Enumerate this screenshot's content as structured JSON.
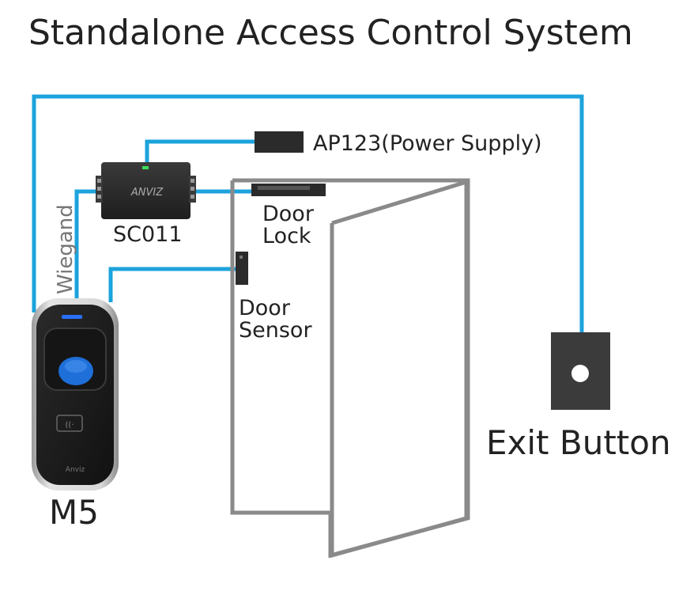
{
  "title": "Standalone Access Control System",
  "labels": {
    "power_supply": "AP123(Power Supply)",
    "controller": "SC011",
    "door_lock_line1": "Door",
    "door_lock_line2": "Lock",
    "door_sensor_line1": "Door",
    "door_sensor_line2": "Sensor",
    "wiegand": "Wiegand",
    "reader": "M5",
    "exit_button": "Exit Button",
    "controller_brand": "ANVIZ",
    "reader_brand": "Anviz"
  },
  "colors": {
    "wire": "#1ca3dc",
    "door_frame": "#8a8a8a",
    "device_dark": "#2b2b2b",
    "reader_body": "#1f1f1f",
    "reader_bezel": "#c8c8c8",
    "fingerprint_sensor": "#1e6fd8",
    "led": "#2a6fff",
    "exit_plate": "#3b3b3b"
  }
}
